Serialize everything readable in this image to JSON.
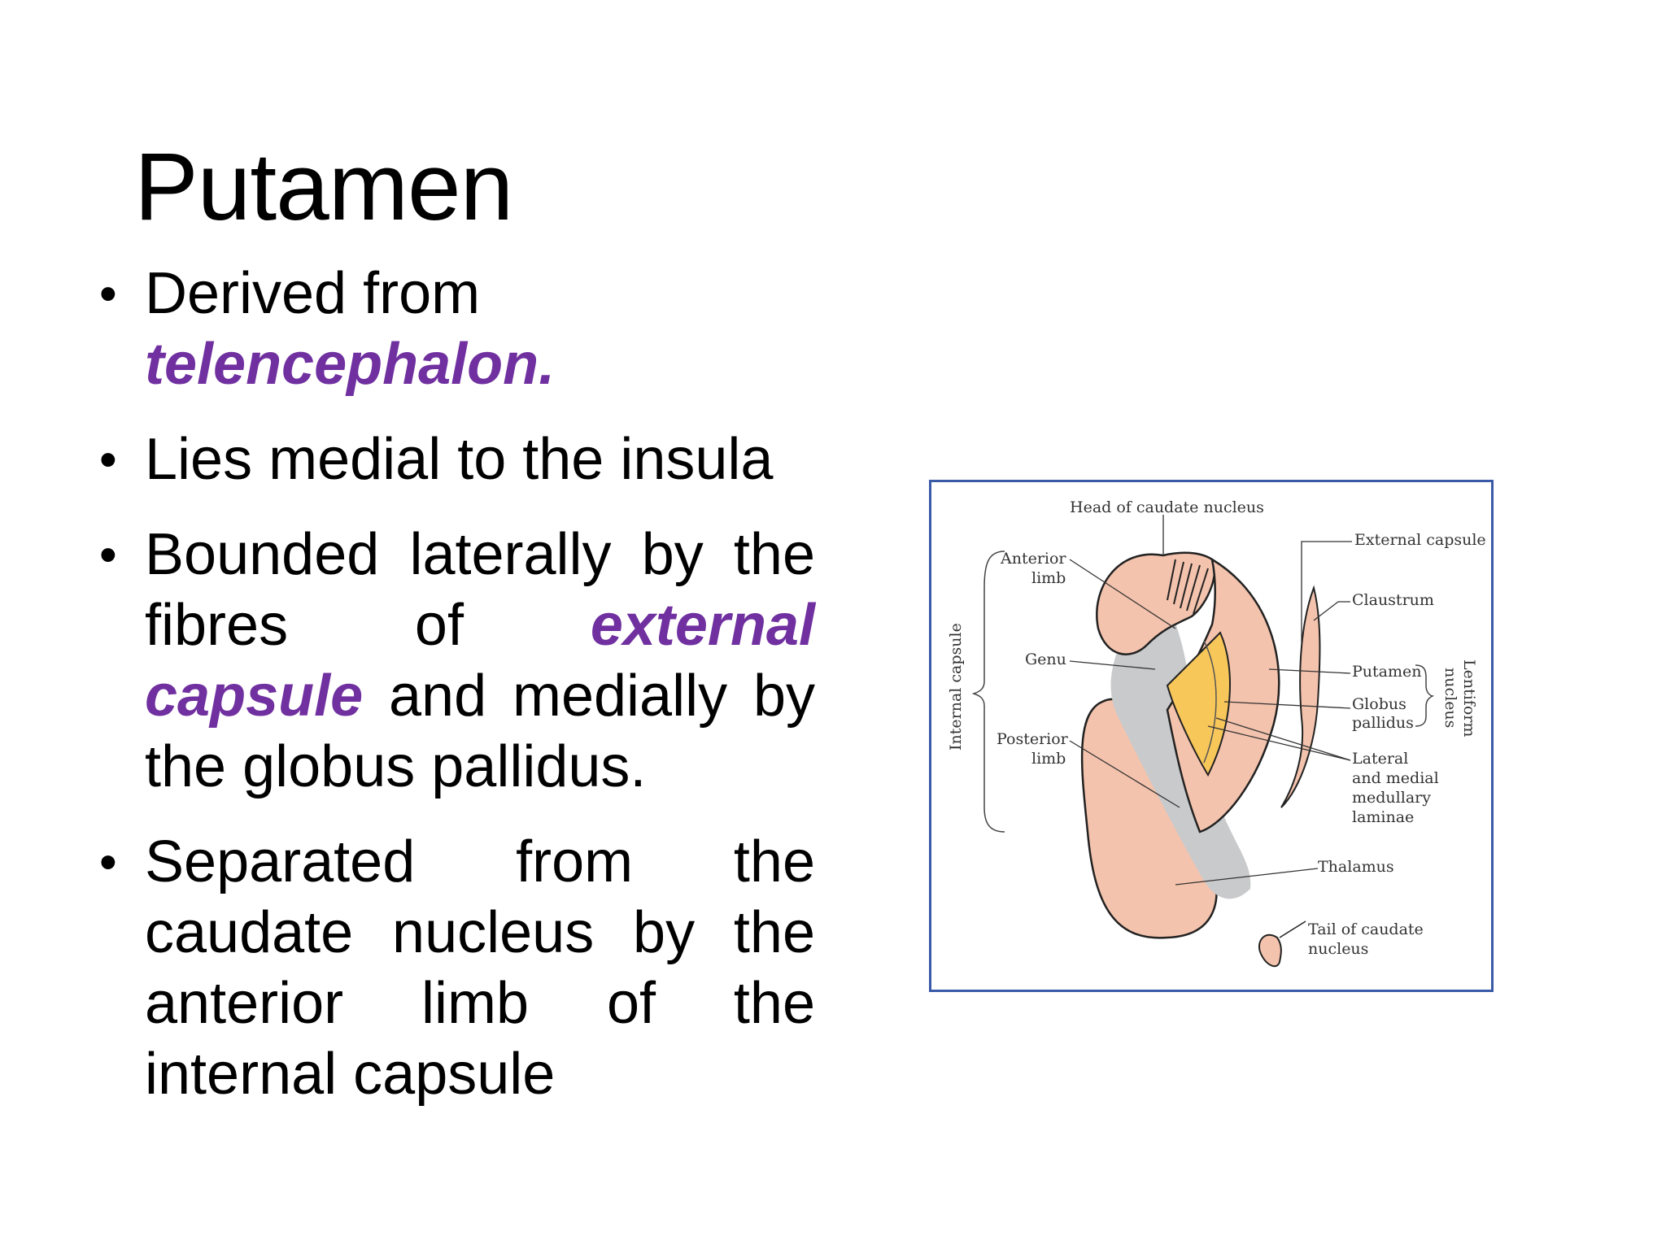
{
  "slide": {
    "title": "Putamen",
    "bullets": [
      {
        "text_before": "Derived from",
        "highlight": "telencephalon."
      },
      {
        "text": "Lies medial to the insula"
      },
      {
        "text_before": "Bounded laterally by the fibres of",
        "highlight": "external capsule",
        "text_after": "and medially by the globus pallidus."
      },
      {
        "text": "Separated from the caudate nucleus by the anterior limb of the internal capsule"
      }
    ],
    "highlight_color": "#7030a0"
  },
  "figure": {
    "labels": {
      "head_of_caudate": "Head of caudate nucleus",
      "external_capsule": "External capsule",
      "anterior_limb_1": "Anterior",
      "anterior_limb_2": "limb",
      "claustrum": "Claustrum",
      "internal_capsule": "Internal capsule",
      "genu": "Genu",
      "putamen": "Putamen",
      "globus_1": "Globus",
      "globus_2": "pallidus",
      "lentiform_1": "Lentiform",
      "lentiform_2": "nucleus",
      "posterior_1": "Posterior",
      "posterior_2": "limb",
      "laminae_1": "Lateral",
      "laminae_2": "and medial",
      "laminae_3": "medullary",
      "laminae_4": "laminae",
      "thalamus": "Thalamus",
      "tail_1": "Tail of caudate",
      "tail_2": "nucleus"
    },
    "colors": {
      "frame": "#3a5aa8",
      "caudate_fill": "#f4c3ad",
      "capsule_fill": "#c9cacc",
      "globus_fill": "#f8c75a"
    }
  }
}
